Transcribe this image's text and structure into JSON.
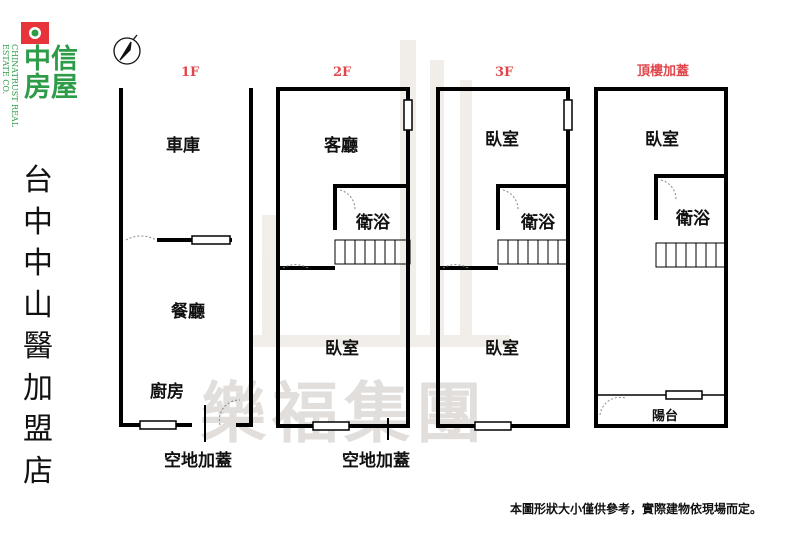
{
  "logo": {
    "name": "中信房屋",
    "english": "CHINATRUST REAL ESTATE CO.",
    "color": "#2e9b48",
    "accent": "#e6343a"
  },
  "store_name": "台中中山醫加盟店",
  "watermark": "樂福集團",
  "floors": [
    {
      "label": "1F",
      "rooms": [
        "車庫",
        "餐廳",
        "廚房"
      ],
      "outside": "空地加蓋"
    },
    {
      "label": "2F",
      "rooms": [
        "客廳",
        "衛浴",
        "臥室"
      ],
      "outside": "空地加蓋"
    },
    {
      "label": "3F",
      "rooms": [
        "臥室",
        "衛浴",
        "臥室"
      ]
    },
    {
      "label": "頂樓加蓋",
      "rooms": [
        "臥室",
        "衛浴",
        "陽台"
      ]
    }
  ],
  "disclaimer": "本圖形狀大小僅供參考，實際建物依現場而定。",
  "icons": {
    "compass": "compass-icon"
  }
}
